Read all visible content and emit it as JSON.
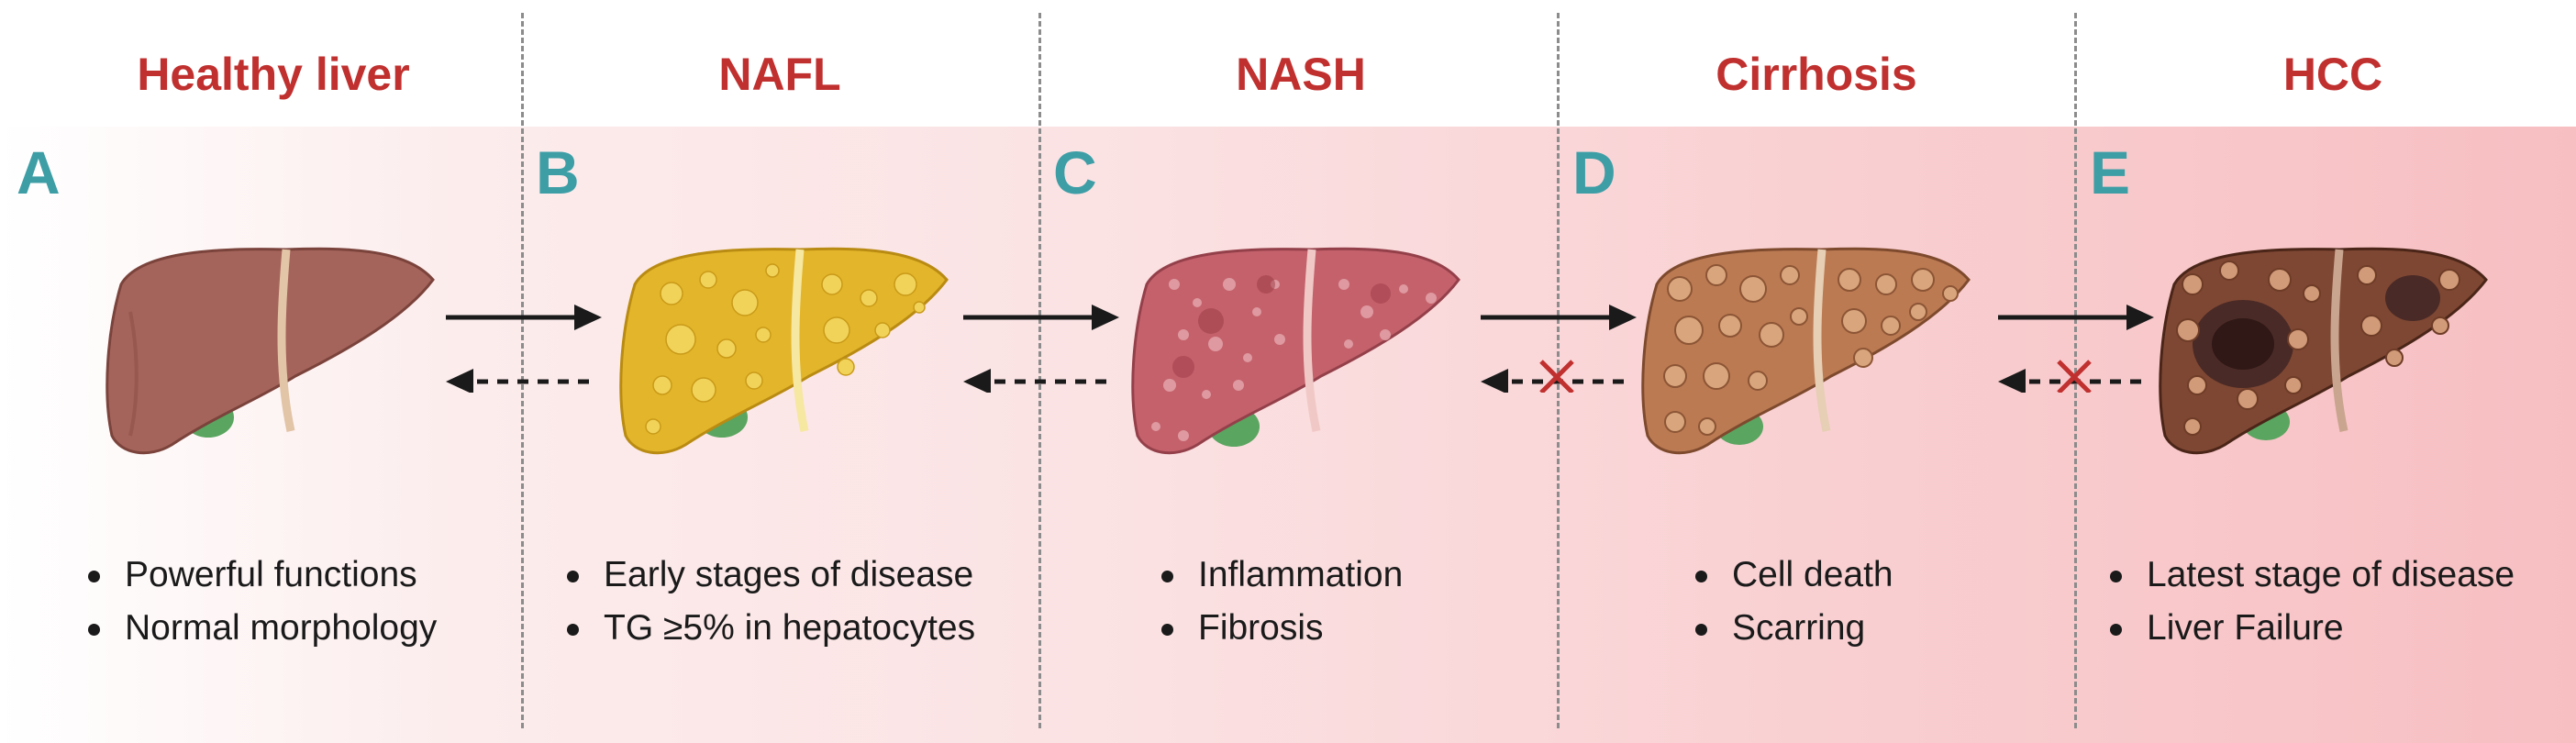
{
  "stages": [
    {
      "title": "Healthy liver",
      "letter": "A",
      "bullets": [
        "Powerful functions",
        "Normal morphology"
      ],
      "color": "#a5645b"
    },
    {
      "title": "NAFL",
      "letter": "B",
      "bullets": [
        "Early stages of disease",
        "TG ≥5% in hepatocytes"
      ],
      "color": "#e3b52a"
    },
    {
      "title": "NASH",
      "letter": "C",
      "bullets": [
        "Inflammation",
        "Fibrosis"
      ],
      "color": "#c4616b"
    },
    {
      "title": "Cirrhosis",
      "letter": "D",
      "bullets": [
        "Cell death",
        "Scarring"
      ],
      "color": "#bb7a52"
    },
    {
      "title": "HCC",
      "letter": "E",
      "bullets": [
        "Latest stage of disease",
        "Liver Failure"
      ],
      "color": "#7e4733"
    }
  ],
  "transitions": [
    {
      "forward": true,
      "reverse": "reversible"
    },
    {
      "forward": true,
      "reverse": "reversible"
    },
    {
      "forward": true,
      "reverse": "blocked"
    },
    {
      "forward": true,
      "reverse": "blocked"
    }
  ],
  "colors": {
    "title": "#c0302f",
    "letter": "#3d9ea6",
    "gallbladder": "#5aa560",
    "arrow": "#1a1a1a",
    "block_x": "#c0302f"
  }
}
